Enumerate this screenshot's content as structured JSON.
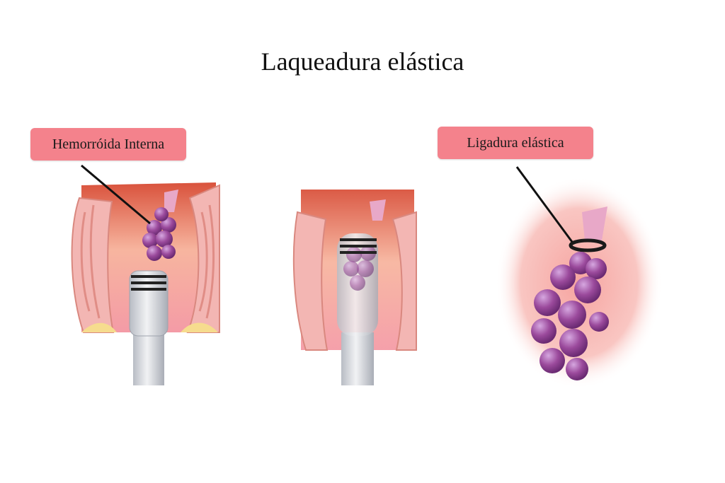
{
  "title": "Laqueadura elástica",
  "labels": {
    "internal_hemorrhoid": "Hemorróida Interna",
    "elastic_band": "Ligadura elástica"
  },
  "colors": {
    "label_bg": "#f4828c",
    "tissue": "#f5b2ae",
    "tissue_dark": "#e56a62",
    "hemorrhoid": "#9b4a9c",
    "hemorrhoid_light": "#c48bd0",
    "device": "#d9dbe0",
    "band": "#1a1a1a"
  }
}
